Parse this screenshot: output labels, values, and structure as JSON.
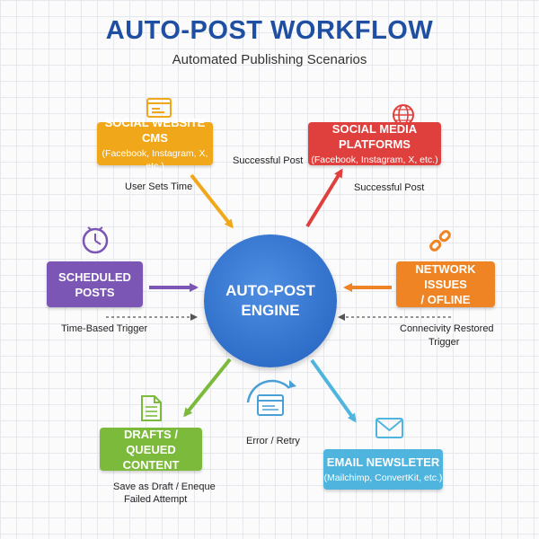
{
  "header": {
    "title": "AUTO-POST WORKFLOW",
    "subtitle": "Automated Publishing Scenarios"
  },
  "center": {
    "line1": "AUTO-POST",
    "line2": "ENGINE",
    "color": "#2f6fc9"
  },
  "nodes": {
    "social_cms": {
      "line1": "SOCIAL WEBSITE CMS",
      "line2": "(Facebook, Instagram, X, etc.)",
      "color": "#f0a81a",
      "icon": "browser-icon"
    },
    "social_platforms": {
      "line1": "SOCIAL MEDIA PLATFORMS",
      "line2": "(Facebook, Instagram, X, etc.)",
      "color": "#e0403d",
      "icon": "globe-icon"
    },
    "scheduled": {
      "line1": "SCHEDULED",
      "line2": "POSTS",
      "color": "#7b56b4",
      "icon": "clock-icon"
    },
    "network": {
      "line1": "NETWORK ISSUES",
      "line2": "/ OFLINE",
      "color": "#ee8423",
      "icon": "broken-link-icon"
    },
    "drafts": {
      "line1": "DRAFTS / QUEUED",
      "line2": "CONTENT",
      "color": "#7cba3b",
      "icon": "document-icon"
    },
    "email": {
      "line1": "EMAIL NEWSLETER",
      "line2": "(Mailchimp, ConvertKit, etc.)",
      "color": "#4fb4de",
      "icon": "envelope-icon"
    }
  },
  "labels": {
    "user_sets_time": "User Sets Time",
    "successful_post_1": "Successful Post",
    "successful_post_2": "Successful Post",
    "time_based_trigger": "Time-Based Trigger",
    "connectivity_1": "Connecivity Restored",
    "connectivity_2": "Trigger",
    "error_retry": "Error / Retry",
    "save_draft_1": "Save as Draft / Eneque",
    "save_draft_2": "Failed Attempt"
  },
  "retry_icon": "retry-browser-icon"
}
